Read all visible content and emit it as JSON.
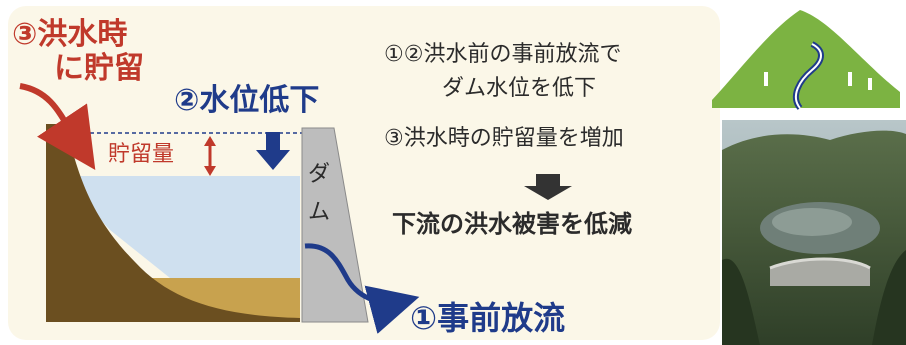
{
  "labels": {
    "storage_during_flood": [
      "③洪水時",
      "に貯留"
    ],
    "water_level_lowering": "②水位低下",
    "storage_amount": "貯留量",
    "dam": [
      "ダ",
      "ム"
    ],
    "pre_release": "①事前放流"
  },
  "explanation": {
    "line1": "①②洪水前の事前放流で",
    "line2": "ダム水位を低下",
    "line3": "③洪水時の貯留量を増加",
    "result": "下流の洪水被害を低減"
  },
  "colors": {
    "panel_bg": "#fbf7e8",
    "red": "#c0392b",
    "navy": "#1f3b8a",
    "water": "#cfe0ef",
    "bank": "#6b4f20",
    "sediment": "#c8a24e",
    "dam": "#bdbdbd",
    "mountain": "#7cb342"
  },
  "icons": [
    "mountain-river-icon",
    "dam-reservoir-photo"
  ]
}
